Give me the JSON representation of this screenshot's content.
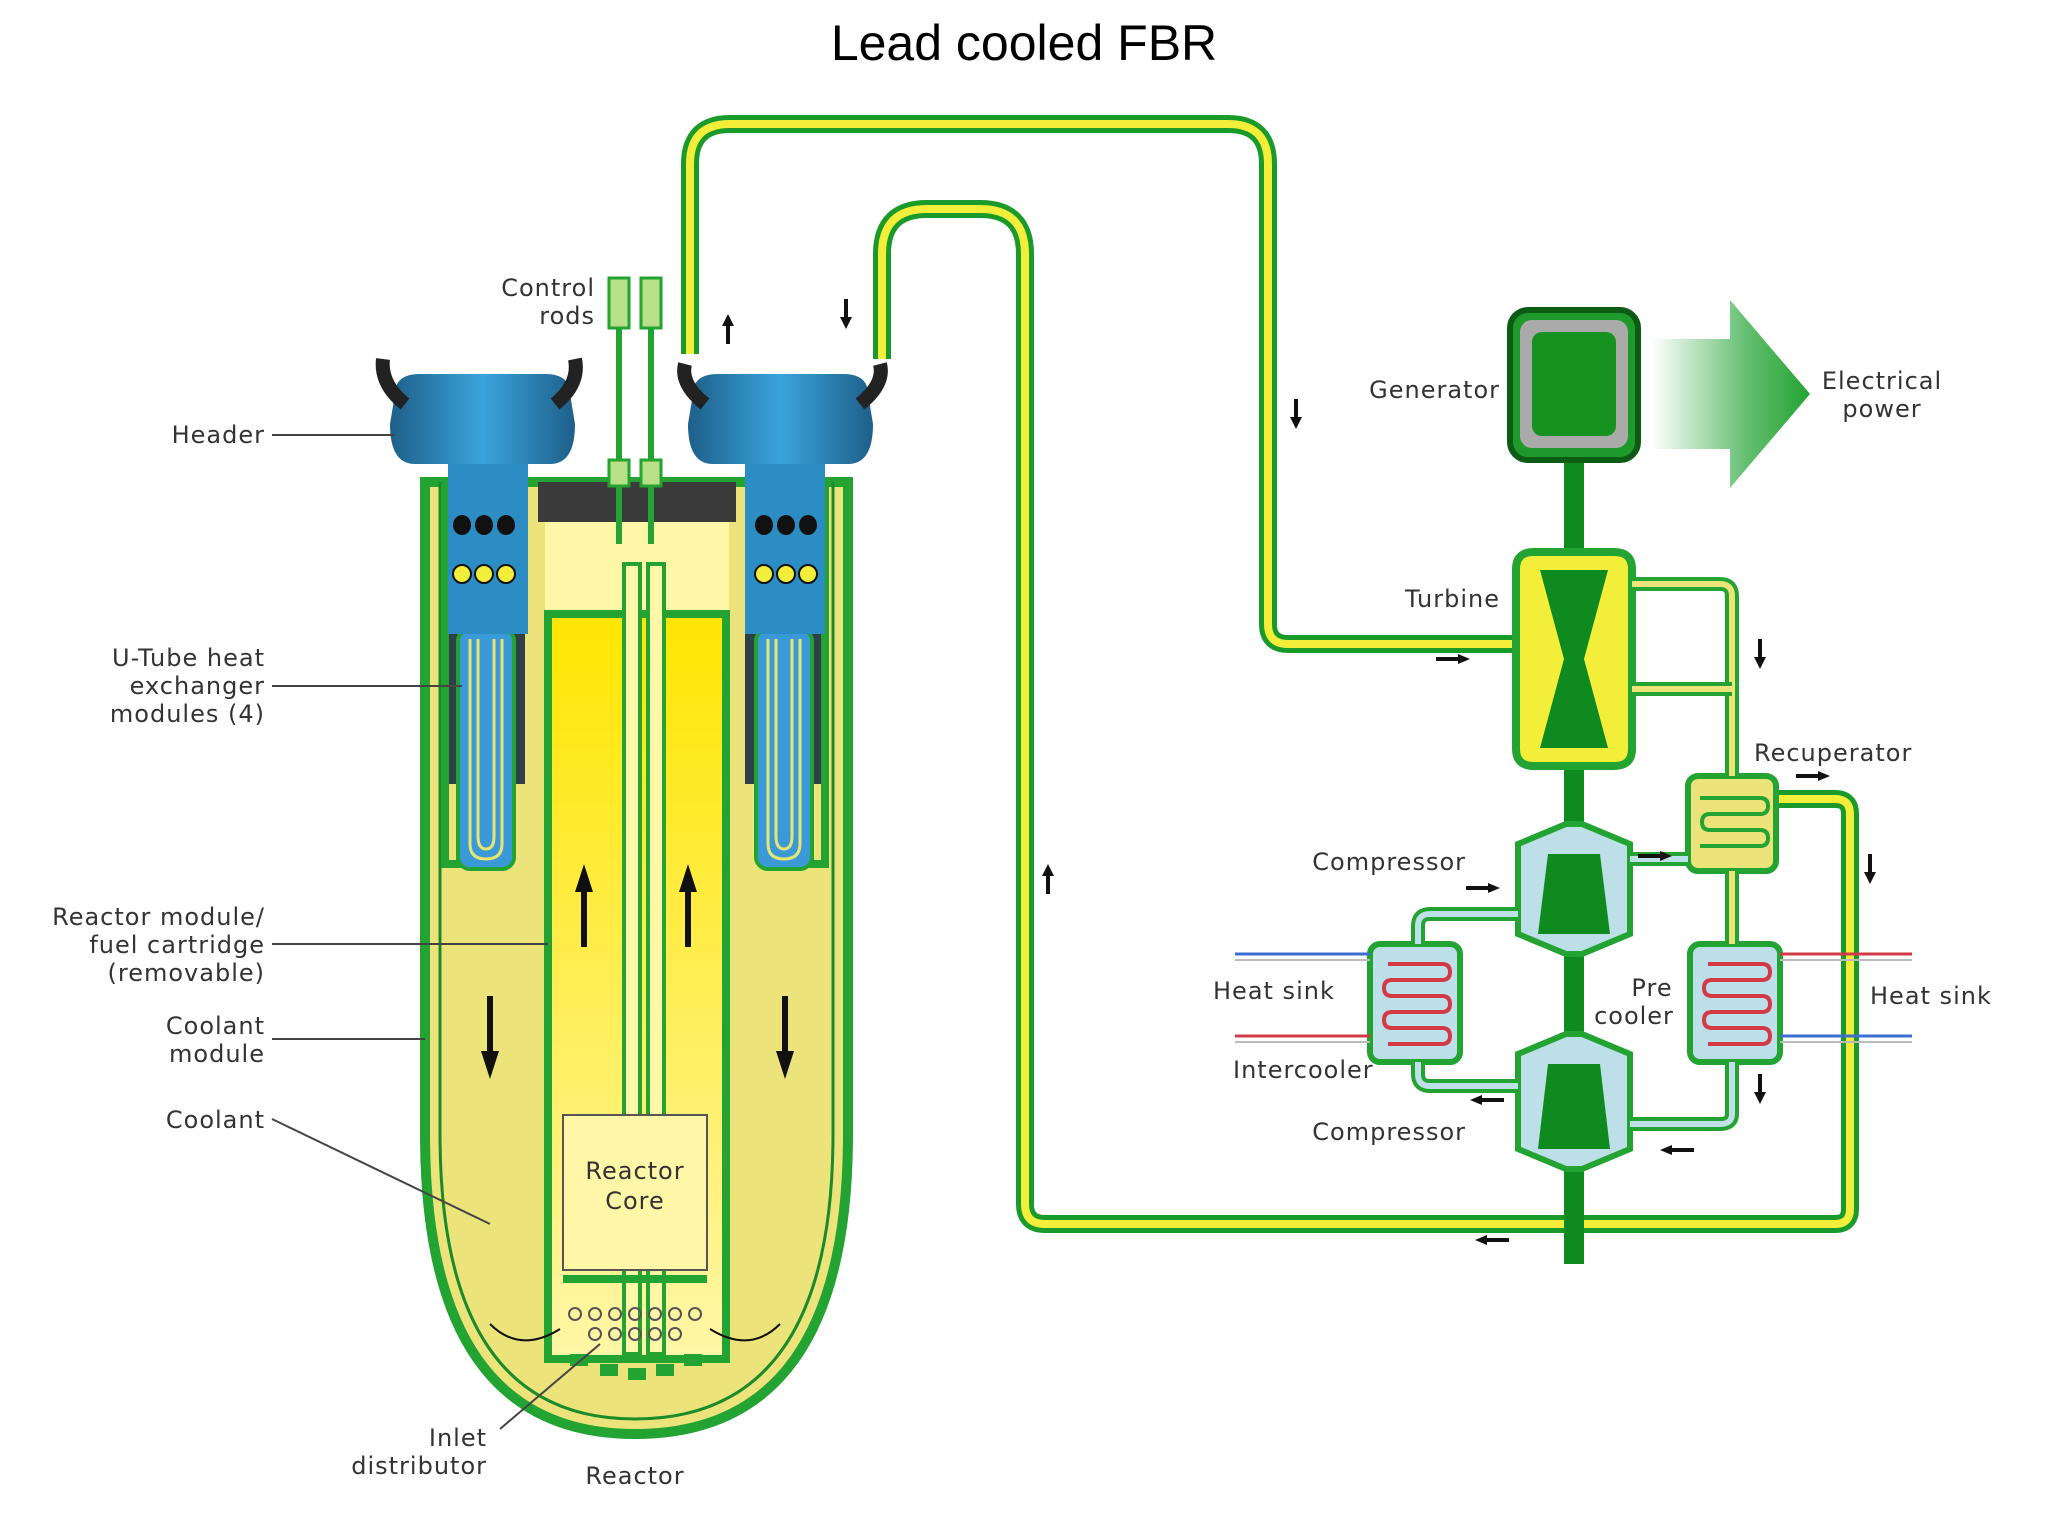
{
  "title": "Lead cooled FBR",
  "labels": {
    "control_rods_1": "Control",
    "control_rods_2": "rods",
    "header": "Header",
    "utube_1": "U-Tube heat",
    "utube_2": "exchanger",
    "utube_3": "modules (4)",
    "reactor_module_1": "Reactor module/",
    "reactor_module_2": "fuel cartridge",
    "reactor_module_3": "(removable)",
    "coolant_module_1": "Coolant",
    "coolant_module_2": "module",
    "coolant": "Coolant",
    "reactor_core_1": "Reactor",
    "reactor_core_2": "Core",
    "inlet_1": "Inlet",
    "inlet_2": "distributor",
    "reactor": "Reactor",
    "generator": "Generator",
    "electrical_1": "Electrical",
    "electrical_2": "power",
    "turbine": "Turbine",
    "recuperator": "Recuperator",
    "compressor_top": "Compressor",
    "compressor_bottom": "Compressor",
    "heat_sink_left": "Heat sink",
    "heat_sink_right": "Heat sink",
    "precooler_1": "Pre",
    "precooler_2": "cooler",
    "intercooler": "Intercooler"
  },
  "colors": {
    "pipe_outer": "#1a9a2a",
    "pipe_inner": "#f2ee3a",
    "coolant": "#ece47a",
    "core_channel": "#ffe600",
    "header_blue": "#2e8fc8",
    "vessel_green": "#22a332",
    "shaft_green": "#0f8a1f",
    "hot_line": "#d23a4a",
    "cold_line": "#3a6fd0"
  }
}
